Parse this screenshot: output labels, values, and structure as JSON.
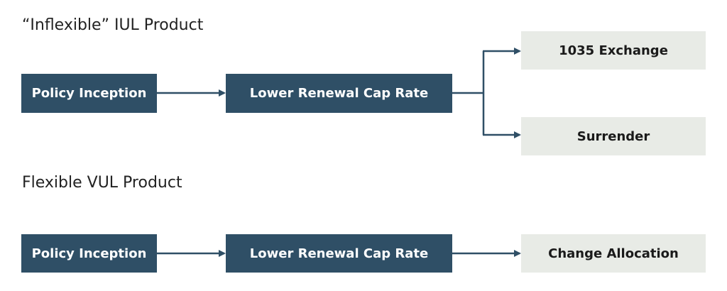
{
  "colors": {
    "dark_box": "#2f4f66",
    "light_box": "#e8ebe6",
    "connector": "#2f4f66"
  },
  "iul": {
    "title": "“Inflexible” IUL Product",
    "inception": "Policy Inception",
    "renewal": "Lower Renewal Cap Rate",
    "outcome_exchange": "1035 Exchange",
    "outcome_surrender": "Surrender"
  },
  "vul": {
    "title": "Flexible VUL Product",
    "inception": "Policy Inception",
    "renewal": "Lower Renewal Cap Rate",
    "outcome_allocation": "Change Allocation"
  }
}
